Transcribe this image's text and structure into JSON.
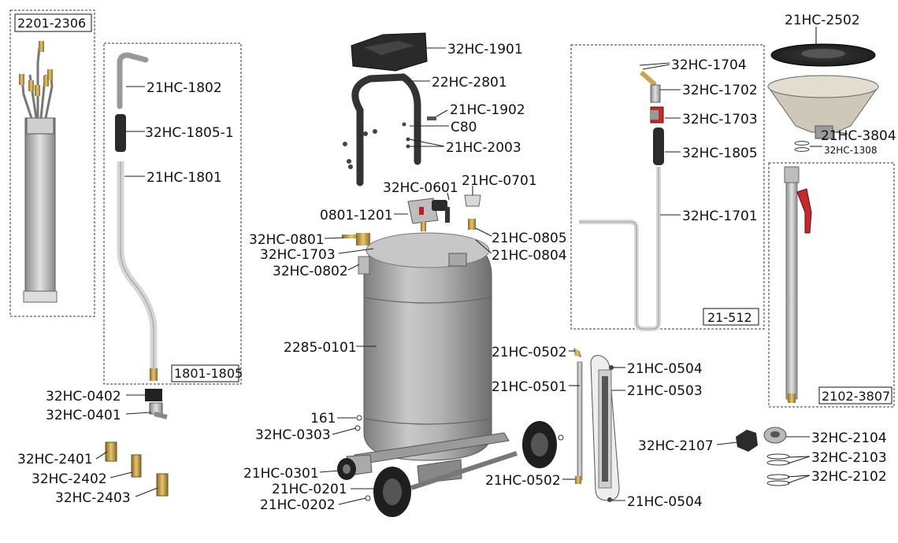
{
  "groups": {
    "g2201": "2201-2306",
    "g1801": "1801-1805",
    "g21512": "21-512",
    "g2102": "2102-3807"
  },
  "parts": {
    "p1802": "21HC-1802",
    "p1805_1": "32HC-1805-1",
    "p1801": "21HC-1801",
    "p0402": "32HC-0402",
    "p0401": "32HC-0401",
    "p2401": "32HC-2401",
    "p2402": "32HC-2402",
    "p2403": "32HC-2403",
    "p1901": "32HC-1901",
    "p2801": "22HC-2801",
    "p1902": "21HC-1902",
    "pC80": "C80",
    "p2003": "21HC-2003",
    "p0601": "32HC-0601",
    "p0701": "21HC-0701",
    "p1201": "0801-1201",
    "p0801": "32HC-0801",
    "p1703b": "32HC-1703",
    "p0805": "21HC-0805",
    "p0804": "21HC-0804",
    "p0802": "32HC-0802",
    "p0101": "2285-0101",
    "p161": "161",
    "p0303": "32HC-0303",
    "p0301": "21HC-0301",
    "p0201": "21HC-0201",
    "p0202": "21HC-0202",
    "p1704": "32HC-1704",
    "p1702": "32HC-1702",
    "p1703": "32HC-1703",
    "p1805": "32HC-1805",
    "p1701": "32HC-1701",
    "p0502a": "21HC-0502",
    "p0501": "21HC-0501",
    "p0502b": "21HC-0502",
    "p0504a": "21HC-0504",
    "p0503": "21HC-0503",
    "p0504b": "21HC-0504",
    "p2502": "21HC-2502",
    "p3804": "21HC-3804",
    "p1308": "32HC-1308",
    "p2107": "32HC-2107",
    "p2104": "32HC-2104",
    "p2103": "32HC-2103",
    "p2102": "32HC-2102"
  },
  "colors": {
    "metal": "#a9a9a9",
    "dark": "#2a2a2a",
    "valve_red": "#c8282a",
    "brass": "#c8a24a",
    "line": "#222222"
  }
}
